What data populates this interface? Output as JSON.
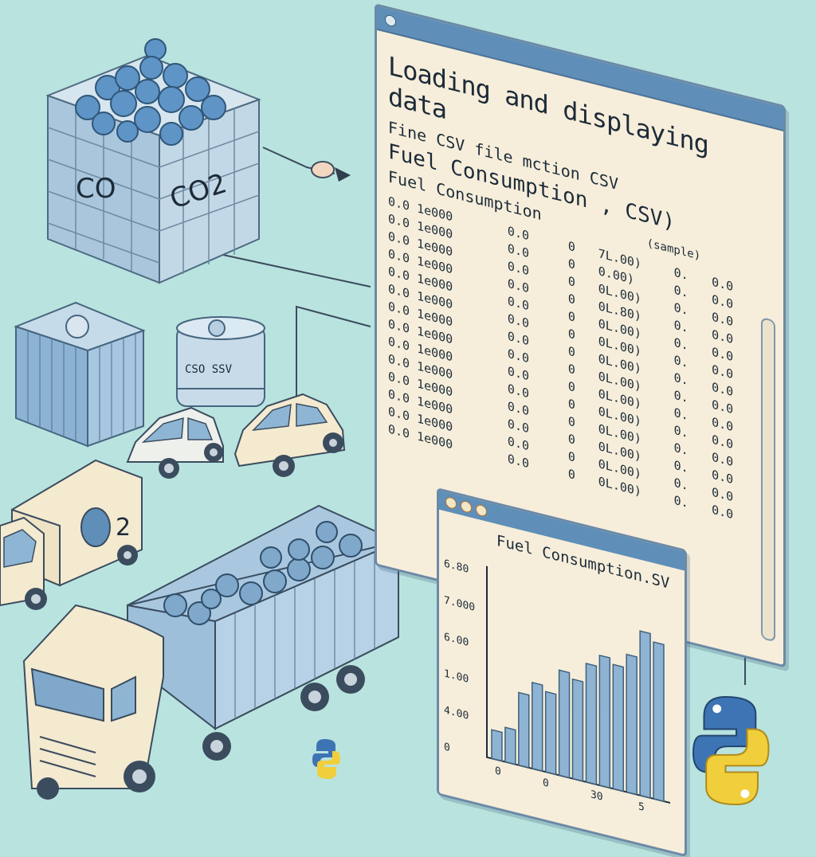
{
  "main_window": {
    "title": "Loading and displaying data",
    "line1": "Fine CSV file mction   CSV",
    "line2": "Fuel Consumption , CSV)",
    "line3": "Fuel Consumption",
    "line3_suffix": "(sample)",
    "table_rows": [
      [
        "0.0",
        "1e000",
        "0.0",
        "0",
        "7L.00)",
        "0.",
        "0.0"
      ],
      [
        "0.0",
        "1e000",
        "0.0",
        "0",
        "0.00)",
        "0.",
        "0.0"
      ],
      [
        "0.0",
        "1e000",
        "0.0",
        "0",
        "0L.00)",
        "0.",
        "0.0"
      ],
      [
        "0.0",
        "1e000",
        "0.0",
        "0",
        "0L.80)",
        "0.",
        "0.0"
      ],
      [
        "0.0",
        "1e000",
        "0.0",
        "0",
        "0L.00)",
        "0.",
        "0.0"
      ],
      [
        "0.0",
        "1e000",
        "0.0",
        "0",
        "0L.00)",
        "0.",
        "0.0"
      ],
      [
        "0.0",
        "1e000",
        "0.0",
        "0",
        "0L.00)",
        "0.",
        "0.0"
      ],
      [
        "0.0",
        "1e000",
        "0.0",
        "0",
        "0L.00)",
        "0.",
        "0.0"
      ],
      [
        "0.0",
        "1e000",
        "0.0",
        "0",
        "0L.00)",
        "0.",
        "0.0"
      ],
      [
        "0.0",
        "1e000",
        "0.0",
        "0",
        "0L.00)",
        "0.",
        "0.0"
      ],
      [
        "0.0",
        "1e000",
        "0.0",
        "0",
        "0L.00)",
        "0.",
        "0.0"
      ],
      [
        "0.0",
        "1e000",
        "0.0",
        "0",
        "0L.00)",
        "0.",
        "0.0"
      ],
      [
        "0.0",
        "1e000",
        "0.0",
        "0",
        "0L.00)",
        "0.",
        "0.0"
      ],
      [
        "0.0",
        "1e000",
        "0.0",
        "0",
        "0L.00)",
        "0.",
        "0.0"
      ]
    ]
  },
  "chart_window": {
    "title": "Fuel Consumption.SV",
    "y_ticks": [
      "6.80",
      "7.000",
      "6.00",
      "1.00",
      "4.00",
      "0"
    ],
    "x_ticks": [
      "0",
      "0",
      "30",
      "5"
    ],
    "bar_values": [
      0.15,
      0.18,
      0.38,
      0.45,
      0.42,
      0.55,
      0.52,
      0.62,
      0.68,
      0.65,
      0.72,
      0.86,
      0.82
    ]
  },
  "labels": {
    "co_cube_left": "CO",
    "co_cube_right": "CO2",
    "canister_text": "CSO  SSV",
    "truck_number": "2"
  },
  "colors": {
    "background": "#b9e3df",
    "window_bar": "#5f8fb8",
    "paper": "#f6eedb",
    "bar": "#8fb4d3",
    "python_blue": "#3d74b4",
    "python_yellow": "#f1cf3c"
  }
}
